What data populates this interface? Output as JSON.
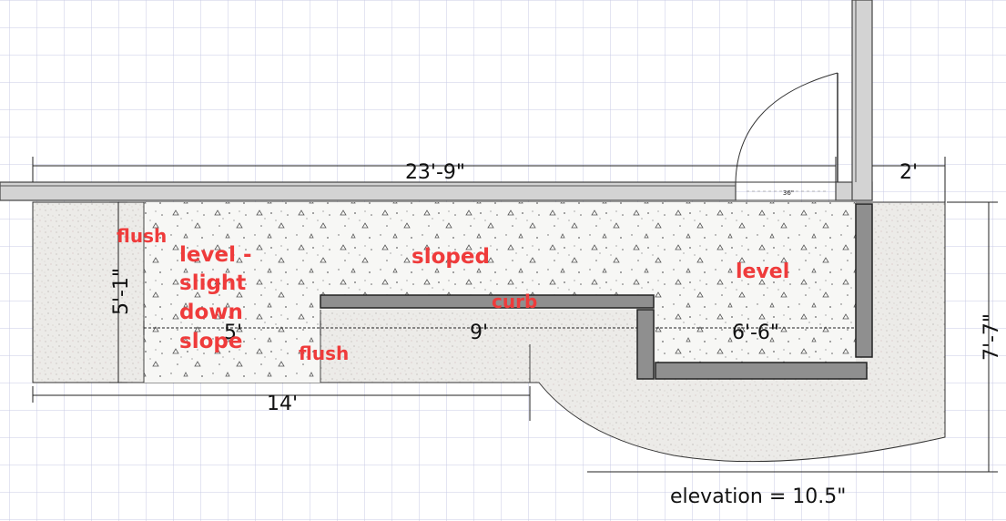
{
  "colors": {
    "note": "#ef3b3b",
    "grid": "#c9cbe6",
    "wall": "#d3d3d3",
    "curb": "#8f8f8f",
    "concrete": "#f7f7f5",
    "gravel": "#ecebe8"
  },
  "dimensions": {
    "overall_width": "23'-9\"",
    "right_offset": "2'",
    "left_depth": "5'-1\"",
    "right_depth": "7'-7\"",
    "left_bottom": "14'",
    "left_inner": "5'",
    "curb_run": "9'",
    "right_run": "6'-6\""
  },
  "door": {
    "width_label": "36\""
  },
  "notes": {
    "flush_top": "flush",
    "level_left": [
      "level -",
      "slight",
      "down",
      "slope"
    ],
    "sloped": "sloped",
    "curb": "curb",
    "flush_bottom": "flush",
    "level_right": "level"
  },
  "elevation": "elevation = 10.5\""
}
